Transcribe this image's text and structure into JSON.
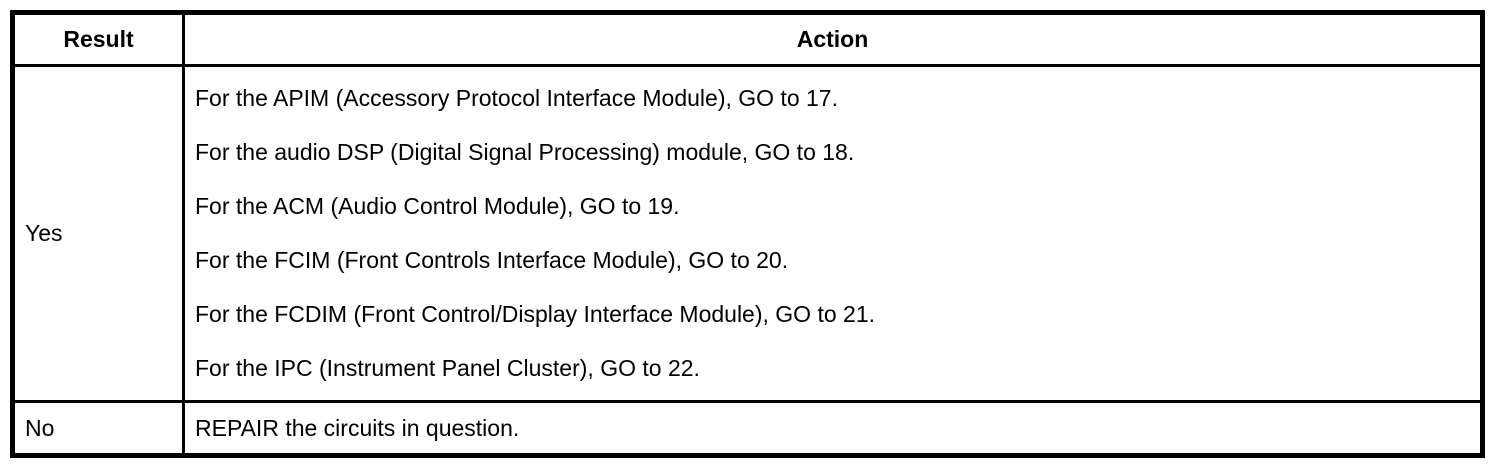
{
  "colors": {
    "border": "#000000",
    "text": "#000000",
    "background": "#ffffff"
  },
  "table": {
    "columns": [
      {
        "label": "Result"
      },
      {
        "label": "Action"
      }
    ],
    "rows": [
      {
        "result": "Yes",
        "actions": [
          "For the APIM (Accessory Protocol Interface Module), GO to 17.",
          "For the audio DSP (Digital Signal Processing) module, GO to 18.",
          "For the ACM (Audio Control Module), GO to 19.",
          "For the FCIM (Front Controls Interface Module), GO to 20.",
          "For the FCDIM (Front Control/Display Interface Module), GO to 21.",
          "For the IPC (Instrument Panel Cluster), GO to 22."
        ]
      },
      {
        "result": "No",
        "actions": [
          "REPAIR the circuits in question."
        ]
      }
    ]
  }
}
